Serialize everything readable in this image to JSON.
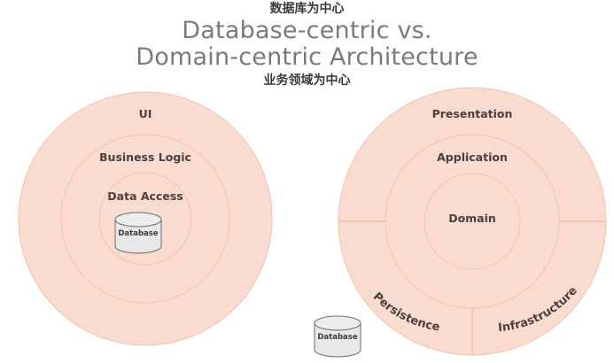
{
  "title": {
    "cn_top": "数据库为中心",
    "line1": "Database-centric vs.",
    "line2": "Domain-centric Architecture",
    "cn_bottom": "业务领域为中心"
  },
  "colors": {
    "ring_fill": "#fadbd0",
    "ring_stroke": "#f2c3ae",
    "text": "#4a4040",
    "title_text": "#7a7a7a",
    "cn_text": "#3a3a3a",
    "cylinder_fill": "#e8e8e8",
    "cylinder_stroke": "#6e6e6e",
    "background": "#ffffff"
  },
  "left_diagram": {
    "name": "database-centric",
    "rings": [
      {
        "label": "UI"
      },
      {
        "label": "Business Logic"
      },
      {
        "label": "Data Access"
      }
    ],
    "cylinder": {
      "label": "Database"
    }
  },
  "right_diagram": {
    "name": "domain-centric",
    "rings": [
      {
        "label": "Presentation"
      },
      {
        "label": "Application"
      },
      {
        "label": "Domain"
      }
    ],
    "sectors": [
      {
        "label": "Persistence"
      },
      {
        "label": "Infrastructure"
      }
    ]
  },
  "bottom_cylinder": {
    "label": "Database"
  }
}
